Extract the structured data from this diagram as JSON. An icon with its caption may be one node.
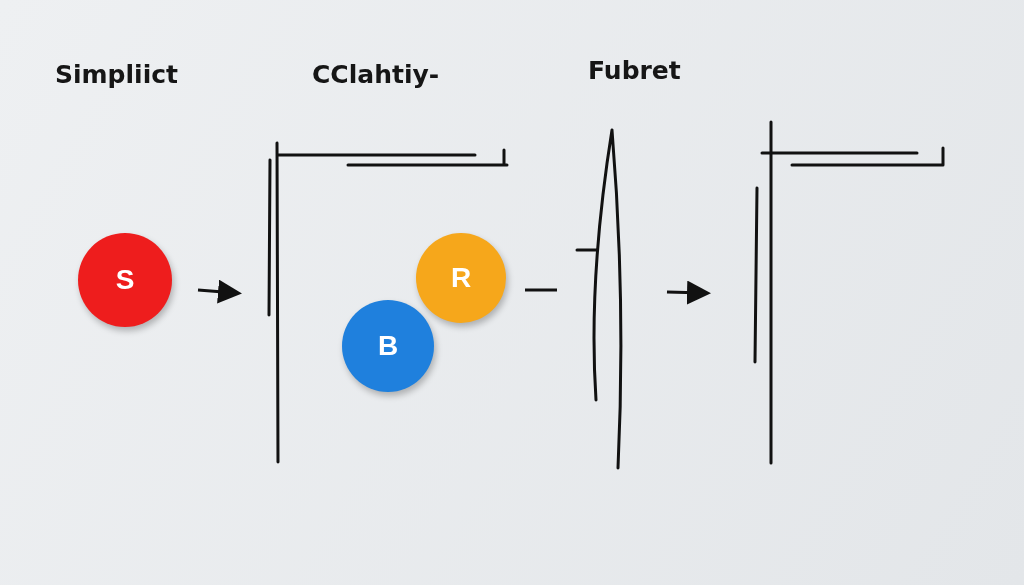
{
  "diagram": {
    "nodes": [
      {
        "text": [
          "S"
        ]
      },
      {
        "text": [
          "R"
        ]
      },
      {
        "text": [
          "B"
        ]
      }
    ],
    "labels": [
      "Simpliict",
      "CClahtiy-",
      "Fubret"
    ]
  }
}
